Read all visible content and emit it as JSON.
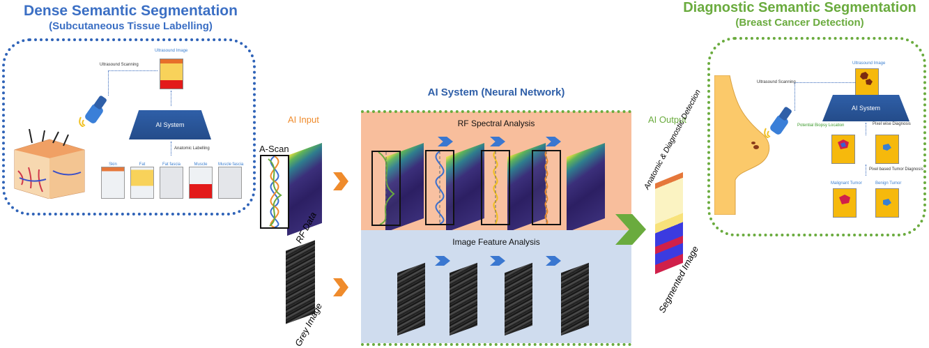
{
  "left_section": {
    "title": "Dense Semantic Segmentation",
    "subtitle": "(Subcutaneous Tissue Labelling)",
    "ultrasound_scanning": "Ultrasound Scanning",
    "ultrasound_image": "Ultrasound Image",
    "ai_system": "AI System",
    "anatomic_labelling": "Anatomic Labelling",
    "labels": [
      "Skin",
      "Fat",
      "Fat fascia",
      "Muscle",
      "Muscle fascia"
    ]
  },
  "ai_input": {
    "label": "AI Input",
    "a_scan": "A-Scan",
    "rf_data": "RF Data",
    "grey_image": "Grey Image"
  },
  "center": {
    "title": "AI System (Neural Network)",
    "rf_panel_title": "RF Spectral Analysis",
    "image_panel_title": "Image Feature Analysis"
  },
  "ai_output": {
    "label": "AI Output",
    "detection": "Anatomic & Diagnostic Detection",
    "segmented_image": "Segmented Image"
  },
  "right_section": {
    "title": "Diagnostic Semantic Segmentation",
    "subtitle": "(Breast Cancer Detection)",
    "ultrasound_image": "Ultrasound Image",
    "ultrasound_scanning": "Ultrasound Scanning",
    "ai_system": "AI System",
    "potential_biopsy": "Potential Biopsy Location",
    "pixel_wise": "Pixel wise Diagnosis",
    "pixel_based": "Pixel based Tumor Diagnosis",
    "malignant": "Malignant Tumor",
    "benign": "Benign Tumor"
  },
  "colors": {
    "blue_title": "#3b6fc4",
    "green_title": "#6aab3e",
    "orange_label": "#ef8b2c",
    "rf_panel": "#f8be9c",
    "image_panel": "#cfdcee"
  }
}
